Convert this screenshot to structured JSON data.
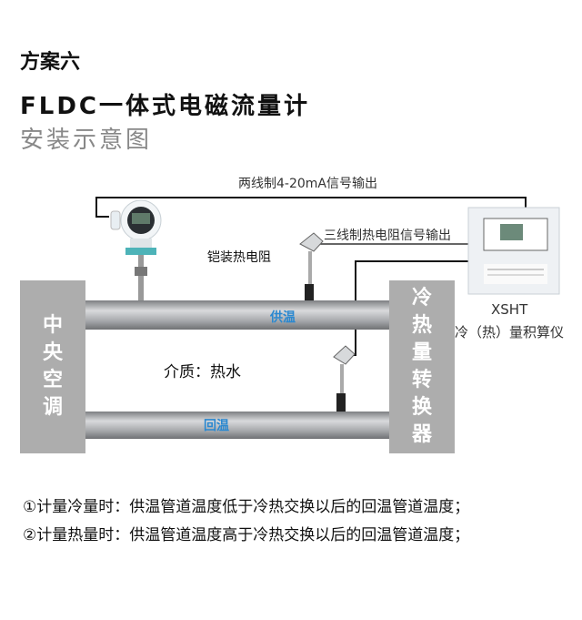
{
  "title": {
    "scheme": "方案六",
    "product": "FLDC一体式电磁流量计",
    "subtitle": "安装示意图"
  },
  "labels": {
    "two_wire": "两线制4-20mA信号输出",
    "three_wire": "三线制热电阻信号输出",
    "rtd": "铠装热电阻",
    "medium": "介质：热水",
    "supply": "供温",
    "return": "回温",
    "left_box": [
      "中",
      "央",
      "空",
      "调"
    ],
    "right_box": [
      "冷",
      "热",
      "量",
      "转",
      "换",
      "器"
    ],
    "device_model": "XSHT",
    "device_name": "冷（热）量积算仪"
  },
  "notes": [
    "①计量冷量时：供温管道温度低于冷热交换以后的回温管道温度；",
    "②计量热量时：供温管道温度高于冷热交换以后的回温管道温度；"
  ],
  "colors": {
    "arrow": "#2a88d0",
    "box": "#adadad"
  }
}
